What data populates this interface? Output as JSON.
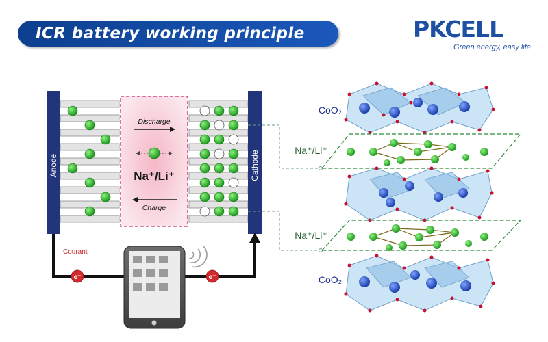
{
  "header": {
    "title": "ICR battery working principle",
    "logo_part1": "PK",
    "logo_part2": "CELL",
    "tagline": "Green energy, easy life"
  },
  "cell": {
    "anode_label": "Anode",
    "cathode_label": "Cathode",
    "discharge_label": "Discharge",
    "charge_label": "Charge",
    "ion_label": "Na⁺/Li⁺",
    "courant_label": "Courant",
    "electron_label": "e⁻"
  },
  "structure": {
    "oxide_label": "CoO₂",
    "ion_label": "Na⁺/Li⁺"
  },
  "colors": {
    "title_bg": "#1b58ba",
    "electrode": "#23357a",
    "ion_green": "#2fbf2f",
    "charge_zone": "#f7d4dc",
    "oxide_blue": "#8ec0e6",
    "cobalt_blue": "#2c56c9",
    "logo_red": "#d8232a"
  }
}
